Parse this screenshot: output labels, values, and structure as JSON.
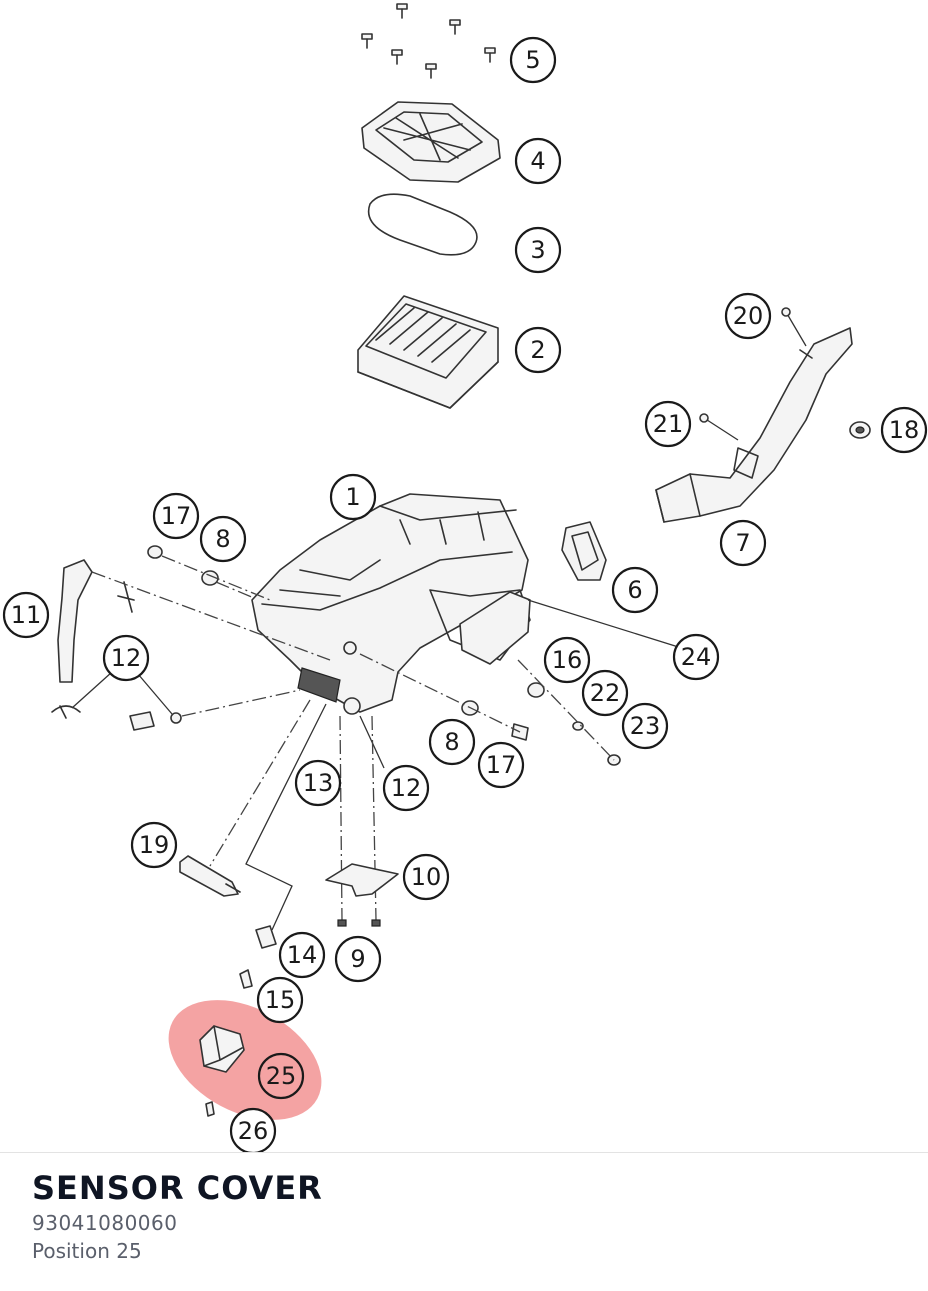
{
  "diagram": {
    "callouts": [
      {
        "id": "c5",
        "label": "5"
      },
      {
        "id": "c4",
        "label": "4"
      },
      {
        "id": "c3",
        "label": "3"
      },
      {
        "id": "c2",
        "label": "2"
      },
      {
        "id": "c20",
        "label": "20"
      },
      {
        "id": "c21",
        "label": "21"
      },
      {
        "id": "c18",
        "label": "18"
      },
      {
        "id": "c1",
        "label": "1"
      },
      {
        "id": "c17a",
        "label": "17"
      },
      {
        "id": "c8a",
        "label": "8"
      },
      {
        "id": "c7",
        "label": "7"
      },
      {
        "id": "c6",
        "label": "6"
      },
      {
        "id": "c11",
        "label": "11"
      },
      {
        "id": "c12a",
        "label": "12"
      },
      {
        "id": "c24",
        "label": "24"
      },
      {
        "id": "c16",
        "label": "16"
      },
      {
        "id": "c22",
        "label": "22"
      },
      {
        "id": "c23",
        "label": "23"
      },
      {
        "id": "c8b",
        "label": "8"
      },
      {
        "id": "c17b",
        "label": "17"
      },
      {
        "id": "c13",
        "label": "13"
      },
      {
        "id": "c12b",
        "label": "12"
      },
      {
        "id": "c19",
        "label": "19"
      },
      {
        "id": "c10",
        "label": "10"
      },
      {
        "id": "c14",
        "label": "14"
      },
      {
        "id": "c9",
        "label": "9"
      },
      {
        "id": "c15",
        "label": "15"
      },
      {
        "id": "c25",
        "label": "25"
      },
      {
        "id": "c26",
        "label": "26"
      }
    ],
    "highlight_color": "#f08080",
    "highlighted_position": "25"
  },
  "part": {
    "title": "SENSOR COVER",
    "number": "93041080060",
    "position": "Position 25"
  }
}
